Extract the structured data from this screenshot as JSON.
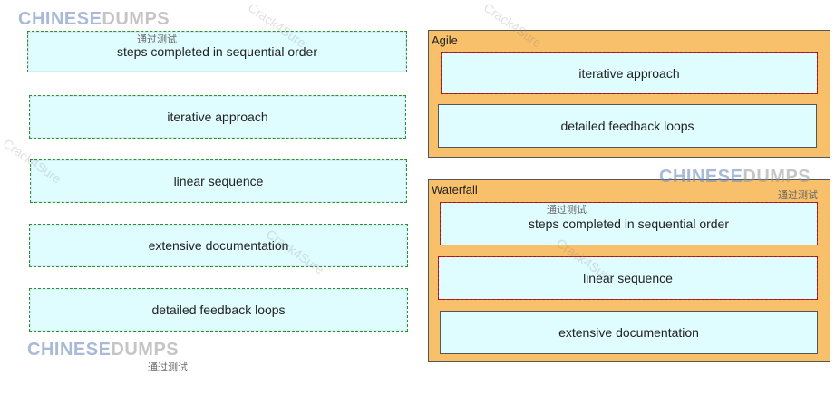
{
  "left_items": [
    {
      "label": "steps completed in sequential order"
    },
    {
      "label": "iterative approach"
    },
    {
      "label": "linear sequence"
    },
    {
      "label": "extensive documentation"
    },
    {
      "label": "detailed feedback loops"
    }
  ],
  "agile": {
    "title": "Agile",
    "items": [
      {
        "label": "iterative approach"
      },
      {
        "label": "detailed feedback loops"
      }
    ]
  },
  "waterfall": {
    "title": "Waterfall",
    "items": [
      {
        "label": "steps completed in sequential order"
      },
      {
        "label": "linear sequence"
      },
      {
        "label": "extensive documentation"
      }
    ]
  },
  "watermarks": {
    "logo_a": "CHINESE",
    "logo_b": "DUMPS",
    "cn_text": "通过测试",
    "diag_text": "Crack4Sure"
  },
  "colors": {
    "card_bg": "#dffcff",
    "group_bg": "#f8c06a",
    "left_border": "#2f8f2f",
    "selected_outline": "#dd0000"
  }
}
